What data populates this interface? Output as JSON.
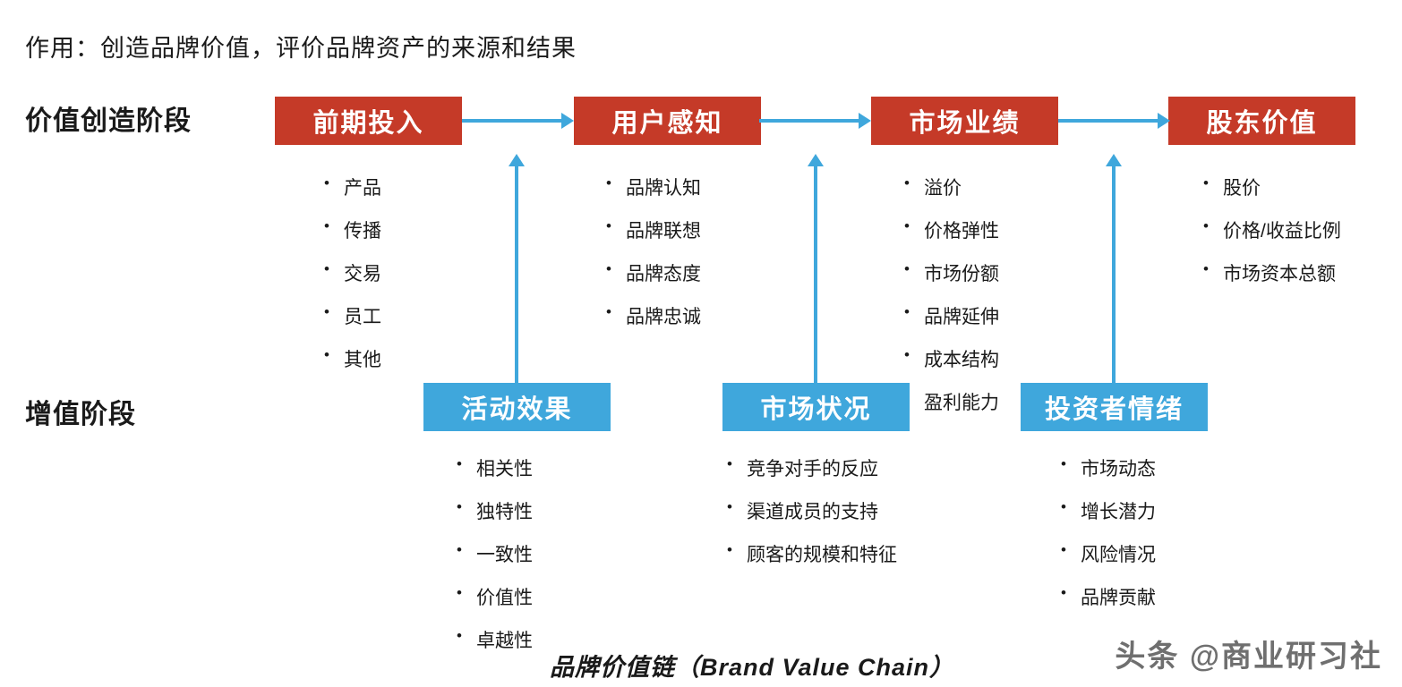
{
  "title": "作用：创造品牌价值，评价品牌资产的来源和结果",
  "rows": {
    "value_creation": {
      "label": "价值创造阶段",
      "stages": [
        {
          "name": "前期投入",
          "items": [
            "产品",
            "传播",
            "交易",
            "员工",
            "其他"
          ]
        },
        {
          "name": "用户感知",
          "items": [
            "品牌认知",
            "品牌联想",
            "品牌态度",
            "品牌忠诚"
          ]
        },
        {
          "name": "市场业绩",
          "items": [
            "溢价",
            "价格弹性",
            "市场份额",
            "品牌延伸",
            "成本结构",
            "盈利能力"
          ]
        },
        {
          "name": "股东价值",
          "items": [
            "股价",
            "价格/收益比例",
            "市场资本总额"
          ]
        }
      ]
    },
    "multiplier": {
      "label": "增值阶段",
      "stages": [
        {
          "name": "活动效果",
          "items": [
            "相关性",
            "独特性",
            "一致性",
            "价值性",
            "卓越性"
          ]
        },
        {
          "name": "市场状况",
          "items": [
            "竞争对手的反应",
            "渠道成员的支持",
            "顾客的规模和特征"
          ]
        },
        {
          "name": "投资者情绪",
          "items": [
            "市场动态",
            "增长潜力",
            "风险情况",
            "品牌贡献"
          ]
        }
      ]
    }
  },
  "caption": "品牌价值链（Brand Value Chain）",
  "watermark": "头条 @商业研习社",
  "colors": {
    "stage_red": "#c53a28",
    "stage_blue": "#3fa7dc",
    "arrow_blue": "#3fa7dc"
  }
}
